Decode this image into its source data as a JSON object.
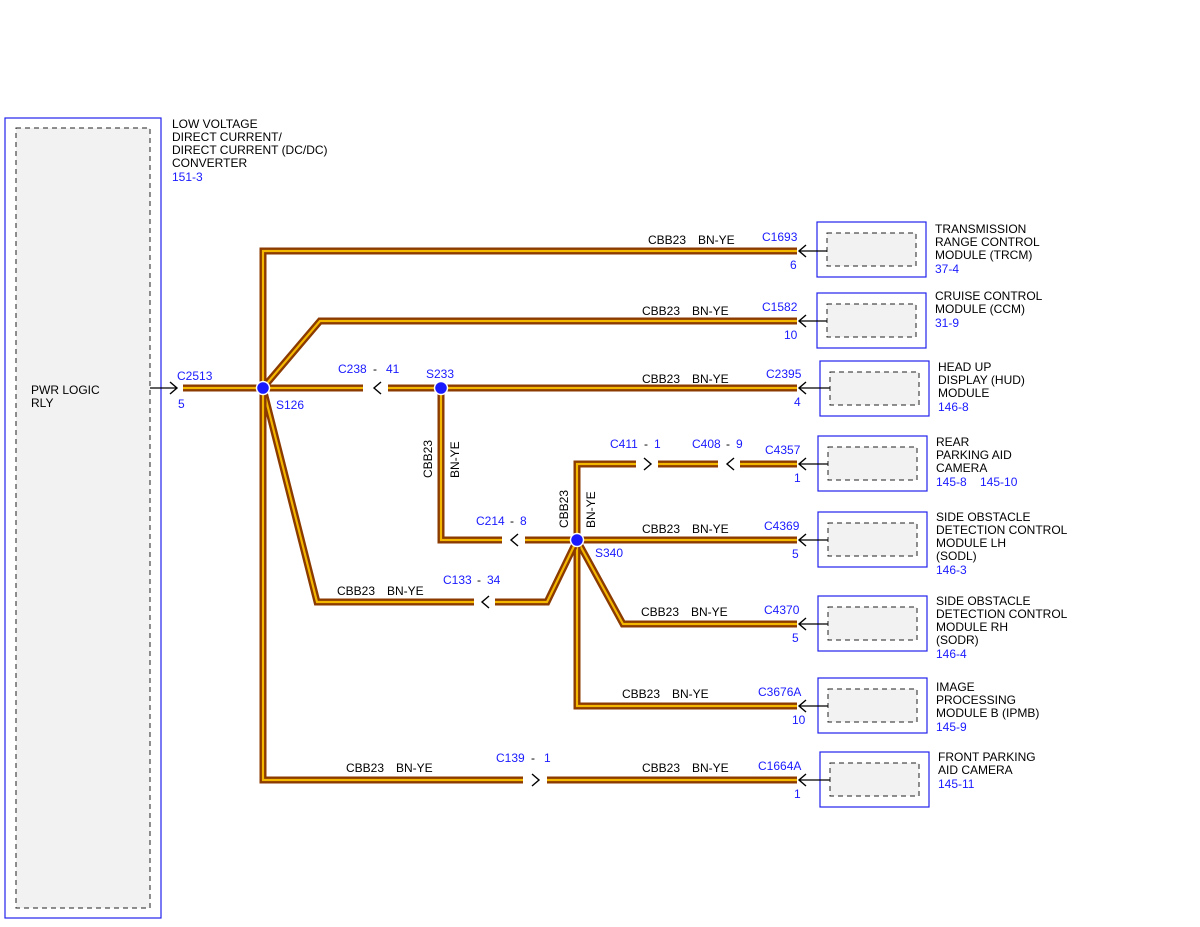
{
  "colors": {
    "wire_outer": "#8b3a00",
    "wire_inner": "#f5b800",
    "connector_text": "#1a1aff",
    "box_border": "#2222ee"
  },
  "source": {
    "label_lines": [
      "PWR LOGIC",
      "RLY"
    ],
    "module_lines": [
      "LOW VOLTAGE",
      "DIRECT CURRENT/",
      "DIRECT CURRENT (DC/DC)",
      "CONVERTER"
    ],
    "module_ref": "151-3",
    "connector": "C2513",
    "pin": "5"
  },
  "splices": {
    "s126": "S126",
    "s233": "S233",
    "s340": "S340"
  },
  "wire": {
    "circuit": "CBB23",
    "color": "BN-YE"
  },
  "inline_connectors": {
    "c238": "C238",
    "c238_pin": "41",
    "c214": "C214",
    "c214_pin": "8",
    "c133": "C133",
    "c133_pin": "34",
    "c139": "C139",
    "c139_pin": "1",
    "c411": "C411",
    "c411_pin": "1",
    "c408": "C408",
    "c408_pin": "9",
    "dash": "-"
  },
  "modules": [
    {
      "connector": "C1693",
      "pin": "6",
      "lines": [
        "TRANSMISSION",
        "RANGE CONTROL",
        "MODULE (TRCM)"
      ],
      "refs": [
        "37-4"
      ]
    },
    {
      "connector": "C1582",
      "pin": "10",
      "lines": [
        "CRUISE CONTROL",
        "MODULE (CCM)"
      ],
      "refs": [
        "31-9"
      ]
    },
    {
      "connector": "C2395",
      "pin": "4",
      "lines": [
        "HEAD UP",
        "DISPLAY (HUD)",
        "MODULE"
      ],
      "refs": [
        "146-8"
      ]
    },
    {
      "connector": "C4357",
      "pin": "1",
      "lines": [
        "REAR",
        "PARKING AID",
        "CAMERA"
      ],
      "refs": [
        "145-8",
        "145-10"
      ]
    },
    {
      "connector": "C4369",
      "pin": "5",
      "lines": [
        "SIDE OBSTACLE",
        "DETECTION CONTROL",
        "MODULE LH",
        "(SODL)"
      ],
      "refs": [
        "146-3"
      ]
    },
    {
      "connector": "C4370",
      "pin": "5",
      "lines": [
        "SIDE OBSTACLE",
        "DETECTION CONTROL",
        "MODULE RH",
        "(SODR)"
      ],
      "refs": [
        "146-4"
      ]
    },
    {
      "connector": "C3676A",
      "pin": "10",
      "lines": [
        "IMAGE",
        "PROCESSING",
        "MODULE B (IPMB)"
      ],
      "refs": [
        "145-9"
      ]
    },
    {
      "connector": "C1664A",
      "pin": "1",
      "lines": [
        "FRONT PARKING",
        "AID CAMERA"
      ],
      "refs": [
        "145-11"
      ]
    }
  ]
}
